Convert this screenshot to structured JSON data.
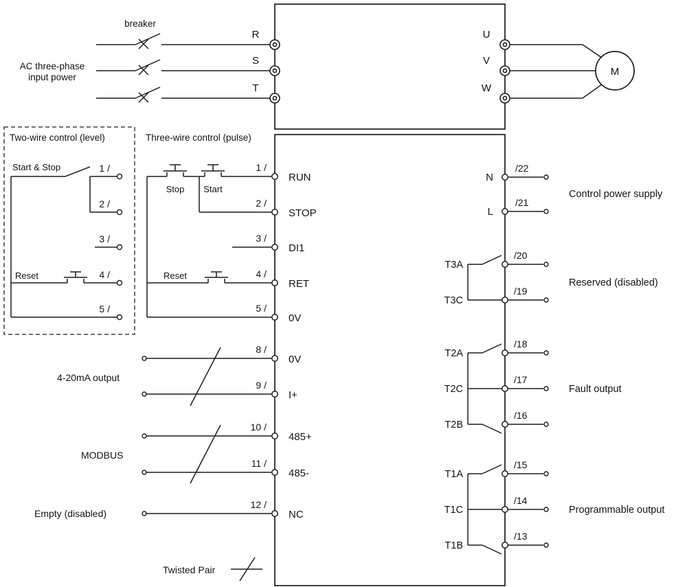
{
  "power": {
    "breaker": "breaker",
    "ac_line1": "AC three-phase",
    "ac_line2": "input power",
    "r": "R",
    "s": "S",
    "t": "T",
    "u": "U",
    "v": "V",
    "w": "W",
    "motor": "M"
  },
  "two_wire": {
    "title": "Two-wire control (level)",
    "start_stop": "Start & Stop",
    "reset": "Reset",
    "n1": "1 /",
    "n2": "2 /",
    "n3": "3 /",
    "n4": "4 /",
    "n5": "5 /"
  },
  "three_wire": {
    "title": "Three-wire control (pulse)",
    "stop": "Stop",
    "start": "Start",
    "reset": "Reset",
    "n1": "1 /",
    "n2": "2 /",
    "n3": "3 /",
    "n4": "4 /",
    "n5": "5 /"
  },
  "device": {
    "run": "RUN",
    "stop": "STOP",
    "di1": "DI1",
    "ret": "RET",
    "ov_5": "0V",
    "ov_8": "0V",
    "iplus": "I+",
    "rs485p": "485+",
    "rs485n": "485-",
    "nc": "NC",
    "n8": "8 /",
    "n9": "9 /",
    "n10": "10 /",
    "n11": "11 /",
    "n12": "12 /"
  },
  "sections": {
    "analog": "4-20mA output",
    "modbus": "MODBUS",
    "empty": "Empty (disabled)",
    "twisted_pair": "Twisted Pair"
  },
  "right": {
    "n": "N",
    "l": "L",
    "n22": "/22",
    "n21": "/21",
    "n20": "/20",
    "n19": "/19",
    "n18": "/18",
    "n17": "/17",
    "n16": "/16",
    "n15": "/15",
    "n14": "/14",
    "n13": "/13",
    "t3a": "T3A",
    "t3c": "T3C",
    "t2a": "T2A",
    "t2c": "T2C",
    "t2b": "T2B",
    "t1a": "T1A",
    "t1c": "T1C",
    "t1b": "T1B",
    "control_power": "Control power supply",
    "reserved": "Reserved (disabled)",
    "fault": "Fault output",
    "programmable": "Programmable output"
  }
}
